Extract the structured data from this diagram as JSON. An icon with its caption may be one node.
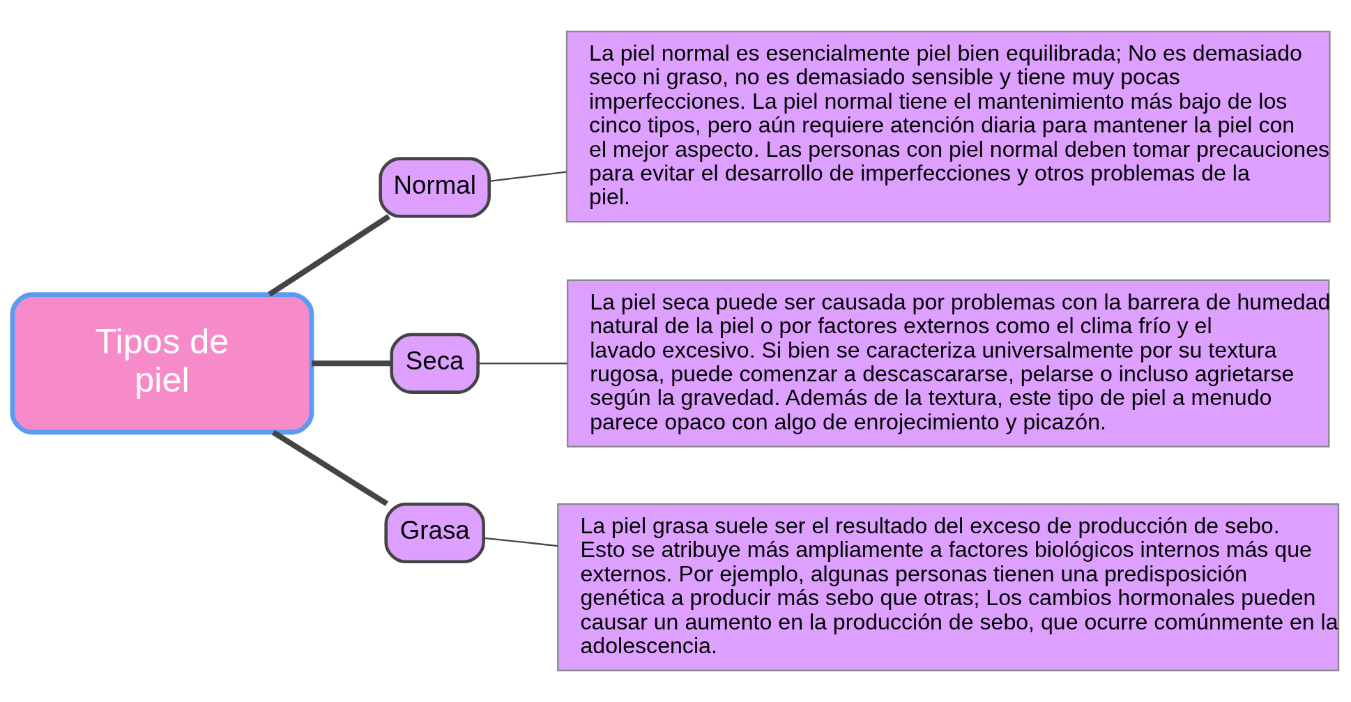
{
  "diagram": {
    "nodes": [
      {
        "text": [
          "Tipos de piel"
        ]
      },
      {
        "text": [
          "Normal"
        ]
      },
      {
        "text": [
          "Seca"
        ]
      },
      {
        "text": [
          "Grasa"
        ]
      },
      {
        "text": [
          "La piel normal es esencialmente piel bien equilibrada; No es demasiado seco ni graso, no es demasiado sensible y tiene muy pocas imperfecciones. La piel normal tiene el mantenimiento más bajo de los cinco tipos, pero aún requiere atención diaria para mantener la piel con el mejor aspecto. Las personas con piel normal deben tomar precauciones para evitar el desarrollo de imperfecciones y otros problemas de la piel."
        ]
      },
      {
        "text": [
          "La piel seca puede ser causada por problemas con la barrera de humedad natural de la piel o por factores externos como el clima frío y el lavado excesivo. Si bien se caracteriza universalmente por su textura rugosa, puede comenzar a descascararse, pelarse o incluso agrietarse según la gravedad. Además de la textura, este tipo de piel a menudo parece opaco con algo de enrojecimiento y picazón."
        ]
      },
      {
        "text": [
          "La piel grasa suele ser el resultado del exceso de producción de sebo. Esto se atribuye más ampliamente a factores biológicos internos más que externos. Por ejemplo, algunas personas tienen una predisposición genética a producir más sebo que otras; Los cambios hormonales pueden causar un aumento en la producción de sebo, que ocurre comúnmente en la adolescencia."
        ]
      }
    ],
    "edges": [
      {
        "from": 0,
        "to": 1,
        "arrow": "none",
        "style": "thick"
      },
      {
        "from": 0,
        "to": 2,
        "arrow": "none",
        "style": "thick"
      },
      {
        "from": 0,
        "to": 3,
        "arrow": "none",
        "style": "thick"
      },
      {
        "from": 1,
        "to": 4,
        "arrow": "none"
      },
      {
        "from": 2,
        "to": 5,
        "arrow": "none"
      },
      {
        "from": 3,
        "to": 6,
        "arrow": "none"
      }
    ]
  }
}
